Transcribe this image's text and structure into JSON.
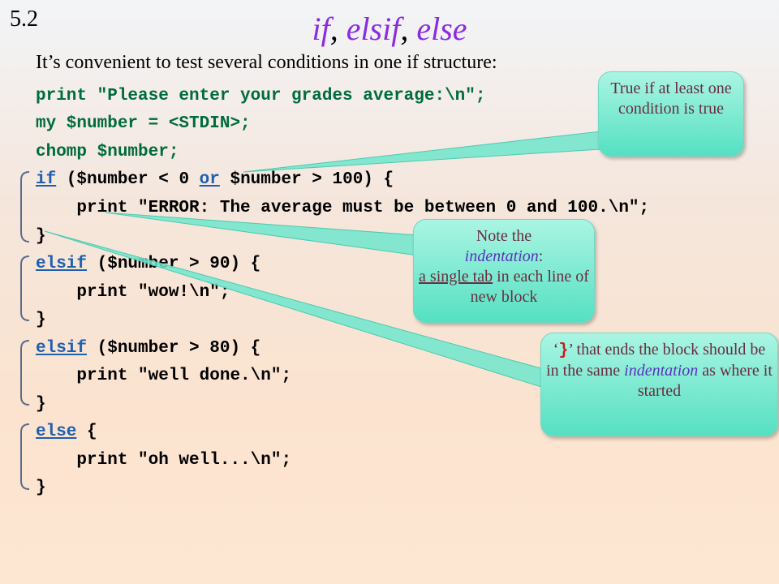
{
  "slide": {
    "number": "5.2",
    "title": {
      "if": "if",
      "sep1": ", ",
      "elsif": "elsif",
      "sep2": ", ",
      "else": "else"
    },
    "intro": "It’s convenient to test several conditions in one if structure:"
  },
  "code": {
    "line1": "print \"Please enter your grades average:\\n\";",
    "line2": "my $number = <STDIN>;",
    "line3": "chomp $number;",
    "line4": {
      "kw1": "if",
      "a": " ($number < 0 ",
      "kw2": "or",
      "b": " $number > 100) {"
    },
    "line5": "    print \"ERROR: The average must be between 0 and 100.\\n\";",
    "line6": "}",
    "line7": {
      "kw": "elsif",
      "rest": " ($number > 90) {"
    },
    "line8": "    print \"wow!\\n\";",
    "line9": "}",
    "line10": {
      "kw": "elsif",
      "rest": " ($number > 80) {"
    },
    "line11": "    print \"well done.\\n\";",
    "line12": "}",
    "line13": {
      "kw": "else",
      "rest": " {"
    },
    "line14": "    print \"oh well...\\n\";",
    "line15": "}"
  },
  "callouts": {
    "true_if": "True if at least one condition is true",
    "indent": {
      "a": "Note the",
      "b": "indentation",
      "c": ":",
      "d": "a single tab",
      "e": " in each line of new block"
    },
    "brace": {
      "q1": "‘",
      "brace": "}",
      "q2": "’ that ends the block should be in the same ",
      "italic": "indentation",
      "rest": " as where it started"
    }
  }
}
